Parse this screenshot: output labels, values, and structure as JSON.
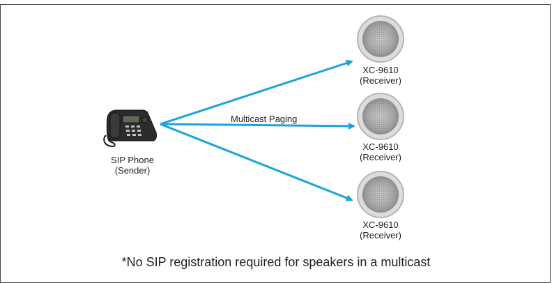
{
  "sender": {
    "name": "SIP Phone",
    "role": "(Sender)"
  },
  "receivers": [
    {
      "model": "XC-9610",
      "role": "(Receiver)"
    },
    {
      "model": "XC-9610",
      "role": "(Receiver)"
    },
    {
      "model": "XC-9610",
      "role": "(Receiver)"
    }
  ],
  "edge_label": "Multicast Paging",
  "footnote": "*No SIP registration required for speakers in a multicast",
  "colors": {
    "arrow": "#1aa3dc",
    "frame": "#4a4a4a",
    "text": "#222222"
  }
}
